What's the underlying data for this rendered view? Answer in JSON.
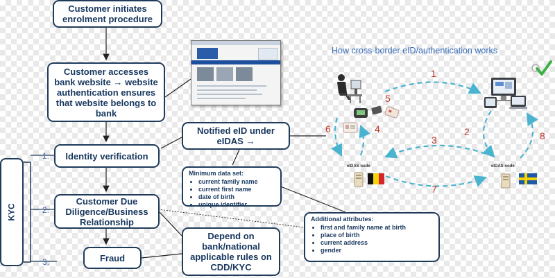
{
  "flow": {
    "enrolment": "Customer initiates enrolment procedure",
    "access": "Customer accesses bank website → website authentication ensures that website belongs to bank",
    "identity": "Identity verification",
    "cdd": "Customer Due Diligence/Business Relationship",
    "fraud": "Fraud",
    "notified": "Notified eID under eIDAS →",
    "depend": "Depend on bank/national applicable rules on CDD/KYC"
  },
  "kyc": {
    "label": "KYC",
    "steps": [
      "1.",
      "2.",
      "3."
    ]
  },
  "min_data": {
    "title": "Minimum data set:",
    "items": [
      "current family name",
      "current first name",
      "date of birth",
      "unique identifier"
    ]
  },
  "additional": {
    "title": "Additional attributes:",
    "items": [
      "first and family name at birth",
      "place of birth",
      "current address",
      "gender"
    ]
  },
  "eid": {
    "title": "How cross-border eID/authentication works",
    "node_left": "eIDAS node",
    "node_right": "eIDAS node",
    "steps": [
      "1",
      "2",
      "3",
      "4",
      "5",
      "6",
      "7",
      "8"
    ]
  },
  "colors": {
    "box_border": "#1f3b5a",
    "box_text": "#17375e",
    "title_blue": "#3b6fbb",
    "step_red": "#c0392b",
    "arrow_teal": "#4ab3cf",
    "check_green": "#3cb043"
  },
  "icons": [
    "person-at-computer-icon",
    "card-reader-icon",
    "devices-icon",
    "checkmark-icon",
    "server-icon",
    "belgium-flag-icon",
    "sweden-flag-icon"
  ]
}
